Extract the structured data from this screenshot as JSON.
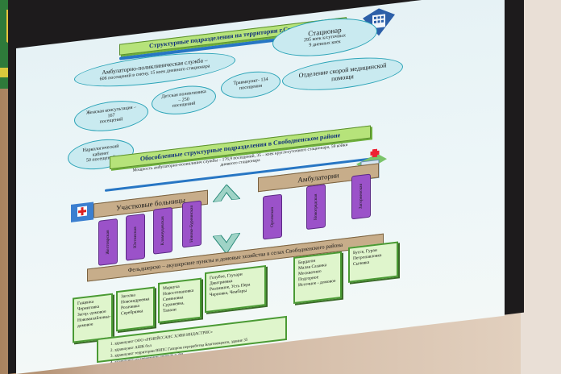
{
  "slide": {
    "title_top": "Структурные подразделения на территории г.Свободного",
    "outpatient": {
      "title": "Амбулаторно-поликлиническая служба –",
      "detail": "606 посещений в смену, 15 коек дневного стационара"
    },
    "hospital": {
      "title": "Стационар",
      "line1": "295 коек к/суточных",
      "line2": "9 дневных коек"
    },
    "women_consult": {
      "title": "Женская консультация – 167",
      "sub": "посещений"
    },
    "children_clinic": {
      "title": "Детская поликлиника – 250",
      "sub": "посещений"
    },
    "trauma": {
      "title": "Травмпункт- 134",
      "sub": "посещения"
    },
    "emergency": {
      "line1": "Отделение скорой медицинской",
      "line2": "помощи"
    },
    "narcology": {
      "line1": "Наркологический",
      "line2": "кабинет",
      "line3": "50 посещений"
    },
    "title_district": "Обособленные структурные подразделения в Свободненском районе",
    "district_line1": "Мощность амбулаторно-поликлинич службы – 176,9 посещений, 35 – коек круглосуточного стационара, 59 койки",
    "district_line2": "дневного стационара",
    "district_hospitals_label": "Участковые больницы",
    "ambulatory_label": "Амбулатории",
    "hospitals": [
      "Желтоярская",
      "Юхтинская",
      "Климоуцевская",
      "Новоке-Буреинская"
    ],
    "ambulatories": [
      "Орловская",
      "Новогрядская",
      "Загорненская"
    ],
    "feldsher_label": "Фельдшерско – акушерские пункты и домовые хозяйства в селах Свободненского района",
    "villages": [
      "Гащенка\nЧерниговка\nЗагор.-домовое\nНовомихайловка-\nдомовое",
      "Заголка\nНовоандреевка\nРогачевка\nСеребрянка",
      "Маркуча\nНовостепановка\nСеменовка\nСуражевка, Тапали",
      "Голубое, Глухари\nДмитриевка\nРазливное, Усть Пера\nЧерновка, Чембары",
      "Бардагон\nМалая Сазанка\nМоскватино\nПодгорное\nИсточное - домовое",
      "Буссе, Гуран\nПетропавловка\nСычевка"
    ],
    "notes": [
      "здравпункт ООО «РЕНЕЙССАНС ХЭВИ ИНДАСТРИС»",
      "здравпункт АШК бол",
      "здравпункт территории ВНПС Газпром переработка Благовещенск, здание 35",
      "здравпункт на временном причале р.Зея"
    ]
  },
  "colors": {
    "banner_green": "#b6e37a",
    "oval_blue": "#c9eaf0",
    "purple": "#9b52c9",
    "tan": "#c7ad8a",
    "bar_blue": "#2776c4"
  }
}
